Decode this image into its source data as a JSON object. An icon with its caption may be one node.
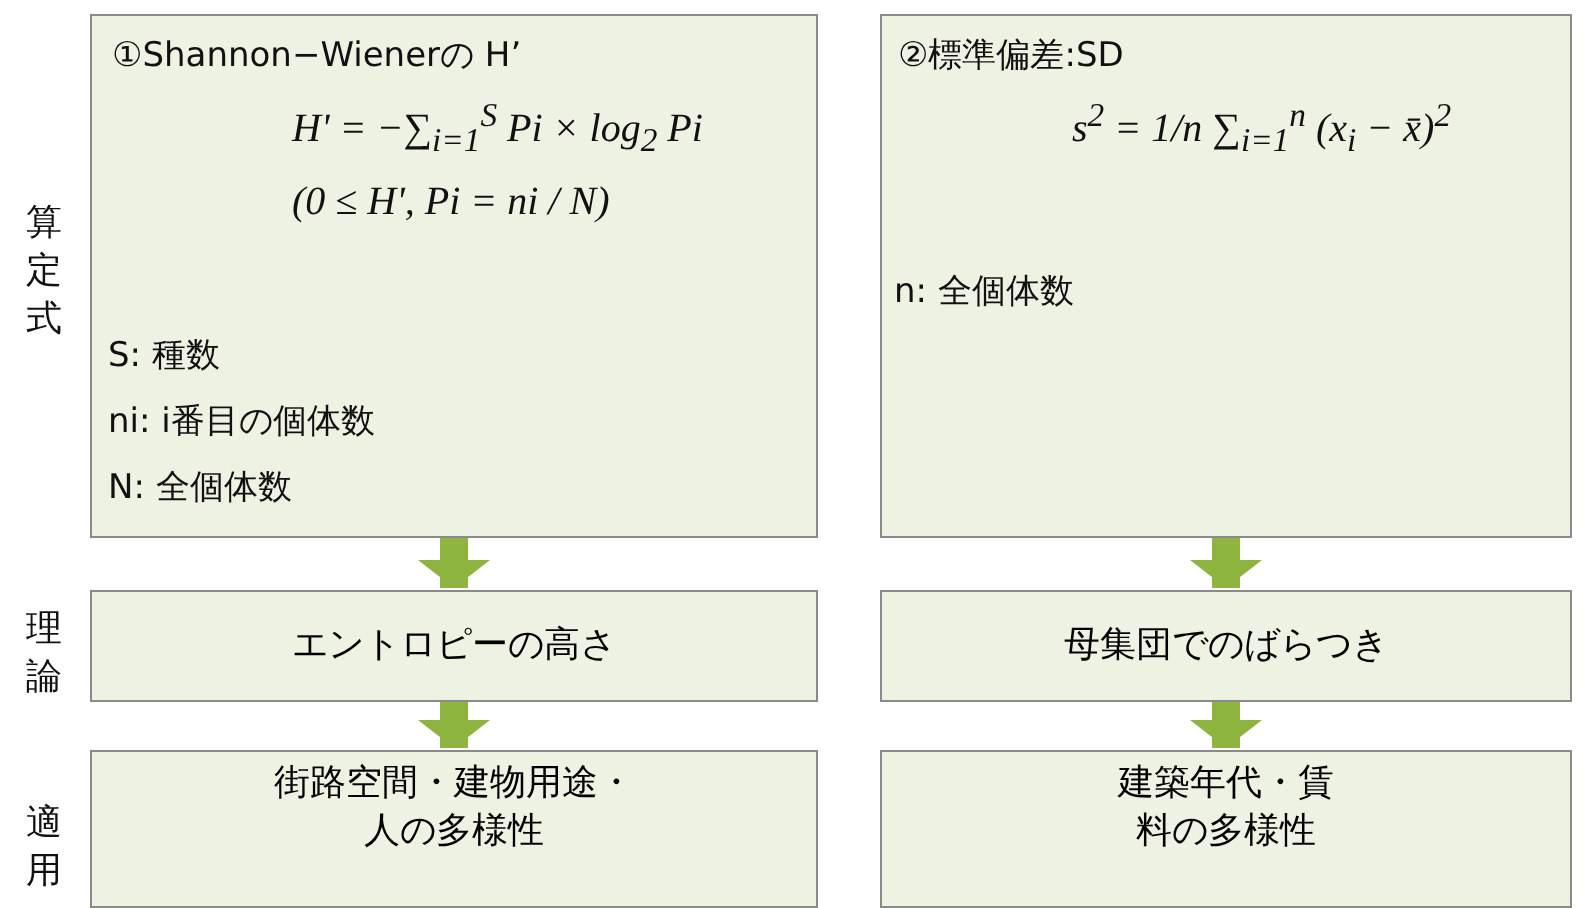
{
  "diagram": {
    "nodes": [
      {
        "text": [
          "①Shannon−Wienerの H’",
          "H' = −∑$_{i=1}$$^{S}$ Pi × log$_{2}$ Pi",
          "(0 ≤ H', Pi = ni / N)",
          "S: 種数",
          "ni: i番目の個体数",
          "N: 全個体数"
        ]
      },
      {
        "text": [
          "②標準偏差:SD",
          "s$^{2}$ = 1/n ∑$_{i=1}$$^{n}$ (x$_{i}$ − x̄)$^{2}$",
          "n: 全個体数"
        ]
      },
      {
        "text": [
          "エントロピーの高さ"
        ]
      },
      {
        "text": [
          "母集団でのばらつき"
        ]
      },
      {
        "text": [
          "街路空間・建物用途・人の多様性"
        ]
      },
      {
        "text": [
          "建築年代・賃料の多様性"
        ]
      }
    ],
    "edges": [
      {
        "from": 0,
        "to": 2,
        "arrow": "to"
      },
      {
        "from": 2,
        "to": 4,
        "arrow": "to"
      },
      {
        "from": 1,
        "to": 3,
        "arrow": "to"
      },
      {
        "from": 3,
        "to": 5,
        "arrow": "to"
      }
    ],
    "labels": [
      "算定式",
      "理論",
      "適用"
    ]
  }
}
